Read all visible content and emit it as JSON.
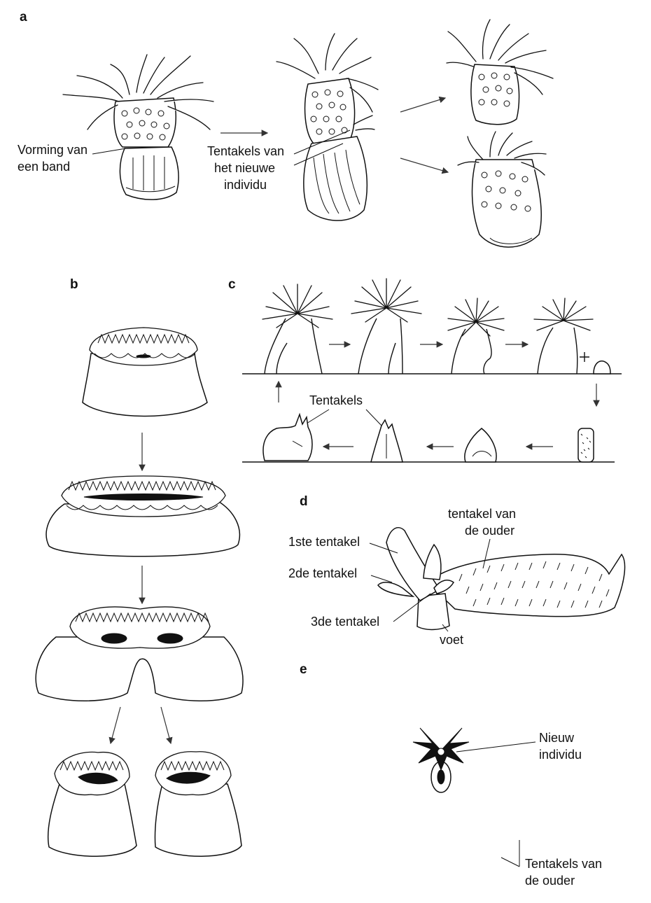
{
  "panels": {
    "a": {
      "letter": "a",
      "labels": {
        "band": [
          "Vorming van",
          "een band"
        ],
        "new_tentacles": [
          "Tentakels van",
          "het nieuwe",
          "individu"
        ]
      }
    },
    "b": {
      "letter": "b"
    },
    "c": {
      "letter": "c",
      "labels": {
        "tentacles": "Tentakels"
      }
    },
    "d": {
      "letter": "d",
      "labels": {
        "parent_tentacle": [
          "tentakel van",
          "de ouder"
        ],
        "first": "1ste tentakel",
        "second": "2de tentakel",
        "third": "3de tentakel",
        "foot": "voet"
      }
    },
    "e": {
      "letter": "e",
      "labels": {
        "new_individual": [
          "Nieuw",
          "individu"
        ],
        "parent_tentacles": [
          "Tentakels van",
          "de ouder"
        ]
      }
    }
  }
}
